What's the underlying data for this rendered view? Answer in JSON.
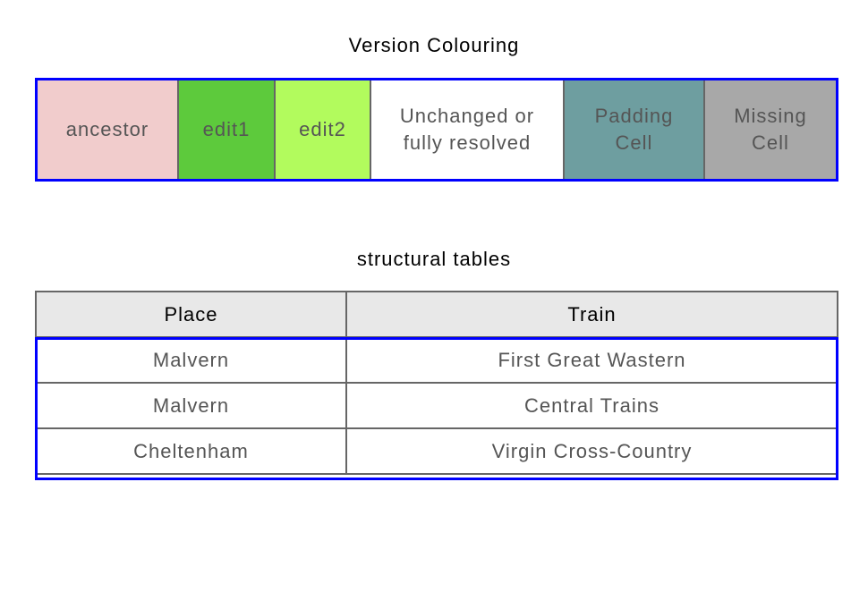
{
  "legend": {
    "title": "Version Colouring",
    "cells": [
      {
        "label": "ancestor",
        "color": "#f1cccc"
      },
      {
        "label": "edit1",
        "color": "#5dca3c"
      },
      {
        "label": "edit2",
        "color": "#b2fb5d"
      },
      {
        "label": "Unchanged or fully resolved",
        "color": "#ffffff"
      },
      {
        "label": "Padding Cell",
        "color": "#6e9ea0"
      },
      {
        "label": "Missing Cell",
        "color": "#a8a8a8"
      }
    ]
  },
  "table": {
    "title": "structural tables",
    "headers": [
      "Place",
      "Train"
    ],
    "rows": [
      [
        "Malvern",
        "First Great Wastern"
      ],
      [
        "Malvern",
        "Central Trains"
      ],
      [
        "Cheltenham",
        "Virgin Cross-Country"
      ]
    ]
  },
  "colors": {
    "highlight": "#0000ff"
  }
}
